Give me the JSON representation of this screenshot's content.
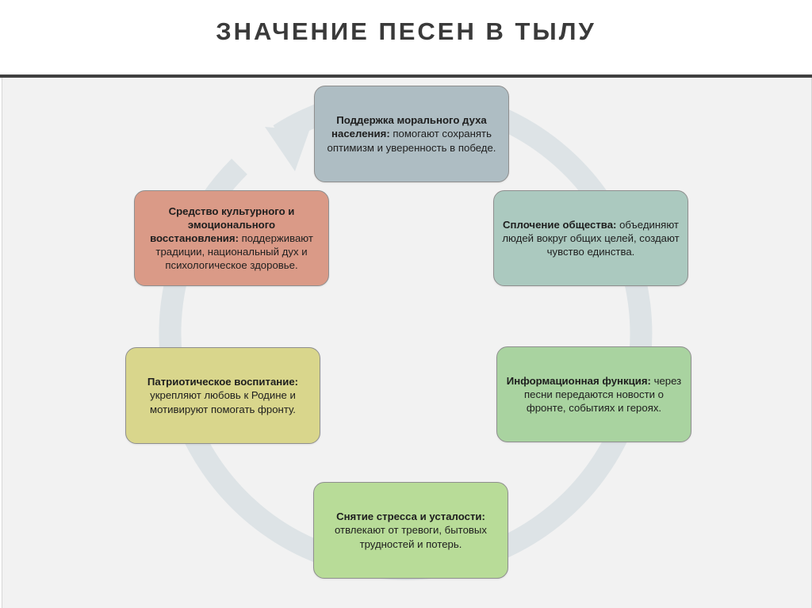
{
  "title": "ЗНАЧЕНИЕ ПЕСЕН В ТЫЛУ",
  "colors": {
    "ring": "#dde3e6",
    "box_1": "#aebdc3",
    "box_2": "#abc9bf",
    "box_3": "#a9d3a0",
    "box_4": "#b8dc98",
    "box_5": "#d9d68c",
    "box_6": "#da9a87"
  },
  "cycle": [
    {
      "head": "Поддержка морального духа населения:",
      "text": " помогают сохранять оптимизм и уверенность в победе."
    },
    {
      "head": "Сплочение общества:",
      "text": " объединяют людей вокруг общих целей, создают чувство единства."
    },
    {
      "head": "Информационная функция:",
      "text": " через песни передаются новости о фронте, событиях и героях."
    },
    {
      "head": "Снятие стресса и усталости:",
      "text": " отвлекают от тревоги, бытовых трудностей и потерь."
    },
    {
      "head": "Патриотическое воспитание:",
      "text": " укрепляют любовь к Родине и мотивируют помогать фронту."
    },
    {
      "head": "Средство культурного и эмоционального восстановления:",
      "text": " поддерживают традиции, национальный дух и психологическое здоровье."
    }
  ]
}
